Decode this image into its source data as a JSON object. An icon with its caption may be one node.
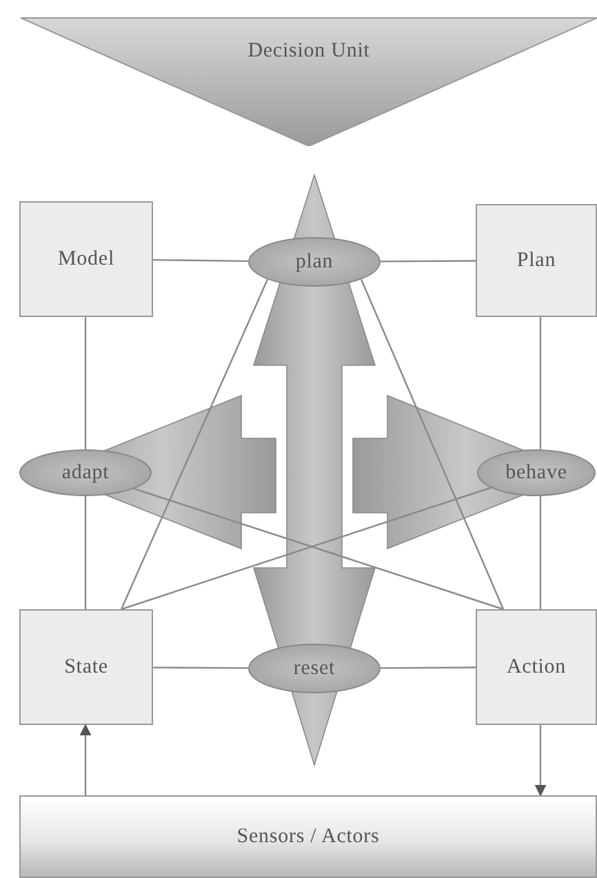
{
  "diagram": {
    "nodes": [
      {
        "text": [
          "Decision Unit"
        ]
      },
      {
        "text": [
          "Model"
        ]
      },
      {
        "text": [
          "plan"
        ]
      },
      {
        "text": [
          "Plan"
        ]
      },
      {
        "text": [
          "adapt"
        ]
      },
      {
        "text": [
          "behave"
        ]
      },
      {
        "text": [
          "State"
        ]
      },
      {
        "text": [
          "reset"
        ]
      },
      {
        "text": [
          "Action"
        ]
      },
      {
        "text": [
          "Sensors / Actors"
        ]
      }
    ],
    "edges": [
      {
        "from": 1,
        "to": 2,
        "arrow": "none"
      },
      {
        "from": 2,
        "to": 3,
        "arrow": "none"
      },
      {
        "from": 1,
        "to": 4,
        "arrow": "none"
      },
      {
        "from": 4,
        "to": 6,
        "arrow": "none"
      },
      {
        "from": 3,
        "to": 5,
        "arrow": "none"
      },
      {
        "from": 5,
        "to": 8,
        "arrow": "none"
      },
      {
        "from": 6,
        "to": 7,
        "arrow": "none"
      },
      {
        "from": 7,
        "to": 8,
        "arrow": "none"
      },
      {
        "from": 2,
        "to": 6,
        "arrow": "none"
      },
      {
        "from": 2,
        "to": 8,
        "arrow": "none"
      },
      {
        "from": 4,
        "to": 8,
        "arrow": "none"
      },
      {
        "from": 5,
        "to": 6,
        "arrow": "none"
      },
      {
        "from": 9,
        "to": 6,
        "arrow": "to"
      },
      {
        "from": 8,
        "to": 9,
        "arrow": "to"
      }
    ]
  }
}
